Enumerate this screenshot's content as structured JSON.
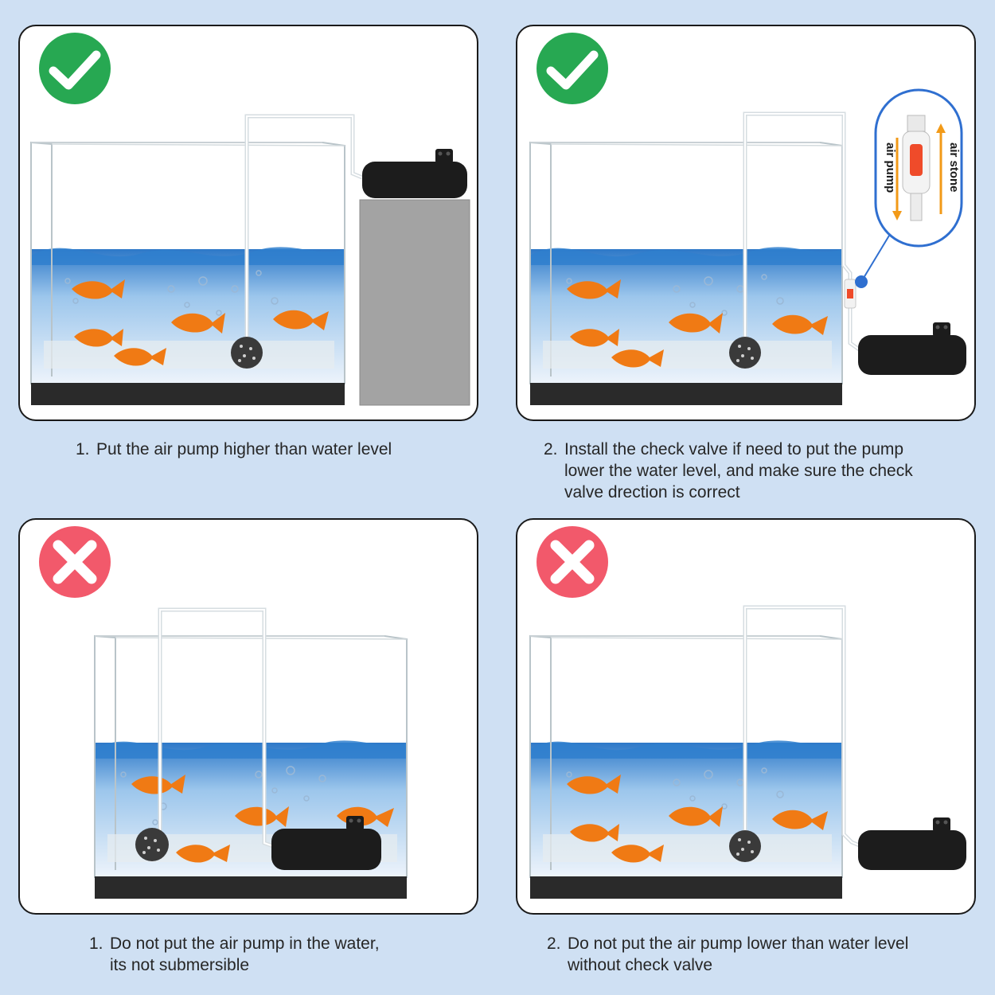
{
  "colors": {
    "background": "#cfe0f3",
    "correct_badge": "#27a852",
    "wrong_badge": "#f2596b",
    "water": "#2f7fce",
    "fish": "#f07a14",
    "pump_body": "#1c1c1c",
    "valve_outline": "#2f6fd0"
  },
  "icons": {
    "correct": "checkmark-icon",
    "wrong": "cross-icon"
  },
  "panels": [
    {
      "status": "correct",
      "caption_num": "1.",
      "caption_lines": [
        "Put the air pump higher than water level"
      ]
    },
    {
      "status": "correct",
      "caption_num": "2.",
      "caption_lines": [
        "Install the check valve if need to put the pump",
        "lower the water level, and make sure the check",
        "valve drection is correct"
      ]
    },
    {
      "status": "wrong",
      "caption_num": "1.",
      "caption_lines": [
        "Do not put the air pump in the water,",
        "its not submersible"
      ]
    },
    {
      "status": "wrong",
      "caption_num": "2.",
      "caption_lines": [
        "Do not put the air pump lower than water level",
        "without check valve"
      ]
    }
  ],
  "valve_callout": {
    "left_label": "air pump",
    "right_label": "air stone"
  }
}
